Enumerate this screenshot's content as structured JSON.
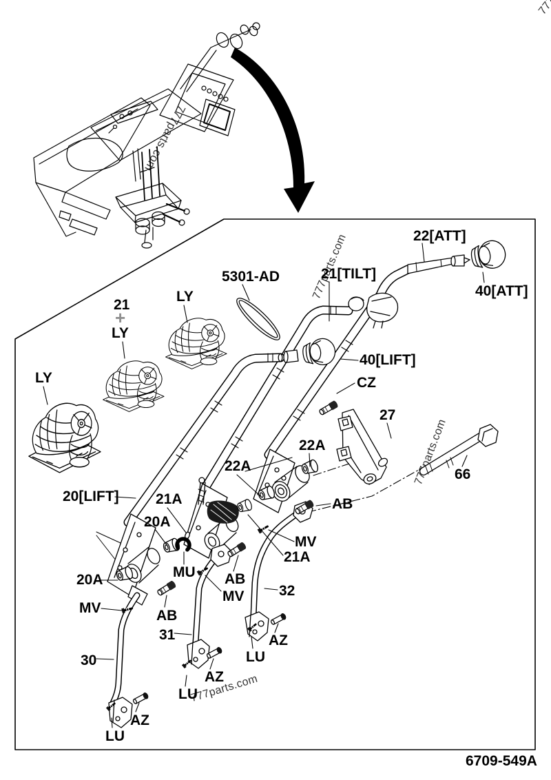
{
  "figure_code": "6709-549A",
  "watermark": "777parts.com",
  "plus_mark": "+",
  "labels": [
    {
      "id": "5301-ad",
      "text": "5301-AD"
    },
    {
      "id": "21-tilt",
      "text": "21[TILT]"
    },
    {
      "id": "22-att",
      "text": "22[ATT]"
    },
    {
      "id": "40-att",
      "text": "40[ATT]"
    },
    {
      "id": "40-lift",
      "text": "40[LIFT]"
    },
    {
      "id": "cz",
      "text": "CZ"
    },
    {
      "id": "27",
      "text": "27"
    },
    {
      "id": "66",
      "text": "66"
    },
    {
      "id": "ly-right",
      "text": "LY"
    },
    {
      "id": "21",
      "text": "21"
    },
    {
      "id": "ly-mid",
      "text": "LY"
    },
    {
      "id": "ly-left",
      "text": "LY"
    },
    {
      "id": "20-lift",
      "text": "20[LIFT]"
    },
    {
      "id": "21a-mid",
      "text": "21A"
    },
    {
      "id": "20a-mid",
      "text": "20A"
    },
    {
      "id": "22a-left",
      "text": "22A"
    },
    {
      "id": "22a-right",
      "text": "22A"
    },
    {
      "id": "mv-right",
      "text": "MV"
    },
    {
      "id": "21a-right",
      "text": "21A"
    },
    {
      "id": "20a-left",
      "text": "20A"
    },
    {
      "id": "mu",
      "text": "MU"
    },
    {
      "id": "ab-mid",
      "text": "AB"
    },
    {
      "id": "mv-mid",
      "text": "MV"
    },
    {
      "id": "mv-left",
      "text": "MV"
    },
    {
      "id": "ab-left",
      "text": "AB"
    },
    {
      "id": "ab-right",
      "text": "AB"
    },
    {
      "id": "32",
      "text": "32"
    },
    {
      "id": "31",
      "text": "31"
    },
    {
      "id": "30",
      "text": "30"
    },
    {
      "id": "az-right",
      "text": "AZ"
    },
    {
      "id": "lu-right",
      "text": "LU"
    },
    {
      "id": "az-mid",
      "text": "AZ"
    },
    {
      "id": "lu-mid",
      "text": "LU"
    },
    {
      "id": "az-left",
      "text": "AZ"
    },
    {
      "id": "lu-left",
      "text": "LU"
    }
  ]
}
